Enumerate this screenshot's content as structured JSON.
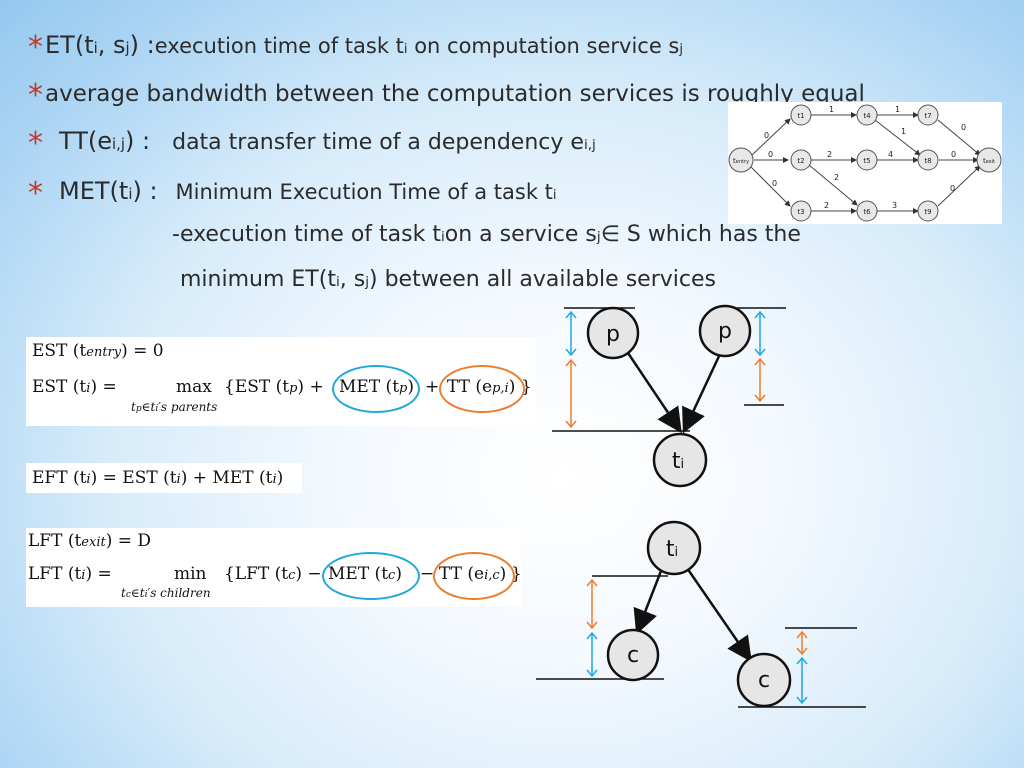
{
  "bullets": {
    "b1": {
      "star": "*",
      "name": "ET(t",
      "i1": "i",
      "mid": ", s",
      "j1": "j",
      "close": ") :",
      "desc": "execution time of task t",
      "i2": "i",
      "desc2": " on computation service s",
      "j2": "j"
    },
    "b2": {
      "star": "*",
      "text": "average bandwidth between the computation services is roughly equal"
    },
    "b3": {
      "star": "*",
      "name": "TT(e",
      "sub": "i,j",
      "close": ")  :",
      "desc": "data transfer time of a dependency e",
      "sub2": "i,j"
    },
    "b4": {
      "star": "*",
      "name": "MET(t",
      "sub": "i",
      "close": ")  :",
      "desc": "Minimum Execution Time of a task t",
      "sub2": "i"
    },
    "b5": {
      "pre": "-execution time of task t",
      "i1": "i",
      "mid": " on a service s",
      "j1": "j",
      "post": " ∈ S which has the"
    },
    "b6": {
      "pre": "minimum ET(t",
      "i1": "i",
      "mid": ", s",
      "j1": "j",
      "post": ") between all available services"
    }
  },
  "formulas": {
    "est": {
      "line1": "EST (t",
      "line1_sub": "entry",
      "line1_end": ") = 0",
      "lhs": "EST (t",
      "lhs_sub": "i",
      "lhs_end": ") =",
      "op": "max",
      "under": "t",
      "under_sub": "p",
      "under_rest": "∈t",
      "under_sub2": "i",
      "under_end": "′s parents",
      "rhs_open": "{EST (t",
      "rhs_sub": "p",
      "rhs_mid": ") +",
      "met": "MET (t",
      "met_sub": "p",
      "met_end": ")",
      "plus": "+",
      "tt": "TT (e",
      "tt_sub": "p,i",
      "tt_end": ")",
      "rhs_close": "}"
    },
    "eft": {
      "a": "EFT (t",
      "a_sub": "i",
      "b": ") = EST (t",
      "b_sub": "i",
      "c": ") + MET (t",
      "c_sub": "i",
      "d": ")"
    },
    "lft": {
      "line1": "LFT (t",
      "line1_sub": "exit",
      "line1_end": ") = D",
      "lhs": "LFT (t",
      "lhs_sub": "i",
      "lhs_end": ") =",
      "op": "min",
      "under": "t",
      "under_sub": "c",
      "under_rest": "∈t",
      "under_sub2": "i",
      "under_end": "′s children",
      "rhs_open": "{LFT (t",
      "rhs_sub": "c",
      "rhs_mid": ") −",
      "met": "MET (t",
      "met_sub": "c",
      "met_end": ")",
      "minus": "−",
      "tt": "TT (e",
      "tt_sub": "i,c",
      "tt_end": ")",
      "rhs_close": "}"
    }
  },
  "dag": {
    "nodes": {
      "entry": "t",
      "entry_sub": "entry",
      "t1": "t1",
      "t2": "t2",
      "t3": "t3",
      "t4": "t4",
      "t5": "t5",
      "t6": "t6",
      "t7": "t7",
      "t8": "t8",
      "t9": "t9",
      "exit": "t",
      "exit_sub": "exit"
    },
    "weights": {
      "e_entry_t1": "0",
      "e_entry_t2": "0",
      "e_entry_t3": "0",
      "e_t1_t4": "1",
      "e_t2_t5": "2",
      "e_t2_t6": "2",
      "e_t3_t6": "2",
      "e_t4_t7": "1",
      "e_t4_t8": "1",
      "e_t5_t8": "4",
      "e_t6_t9": "3",
      "e_t7_exit": "0",
      "e_t8_exit": "0",
      "e_t9_exit": "0"
    }
  },
  "diagram_top": {
    "parent1": "p",
    "parent2": "p",
    "child_base": "t",
    "child_sub": "i"
  },
  "diagram_bottom": {
    "parent_base": "t",
    "parent_sub": "i",
    "child1": "c",
    "child2": "c"
  },
  "colors": {
    "star": "#c0392b",
    "cyan_arrow": "#1fa8e0",
    "orange_arrow": "#ee7d2b",
    "met_ring": "#1fa8d8",
    "tt_ring": "#ee7d2b"
  }
}
